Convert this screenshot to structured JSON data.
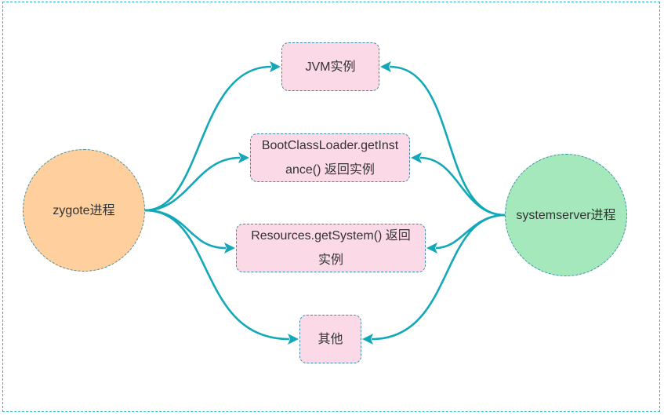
{
  "diagram": {
    "colors": {
      "edge": "#12a8b8",
      "box_fill": "#fcd9e6",
      "zygote_fill": "#ffcf9e",
      "systemserver_fill": "#a4e8bc",
      "border": "#3a90a8",
      "frame": "#2bb0c4"
    },
    "nodes": {
      "zygote": "zygote进程",
      "systemserver": "systemserver进程",
      "jvm": "JVM实例",
      "boot_line1": "BootClassLoader.getInst",
      "boot_line2": "ance() 返回实例",
      "res_line1": "Resources.getSystem() 返回",
      "res_line2": "实例",
      "other": "其他"
    },
    "edges": [
      {
        "from": "zygote",
        "to": "jvm"
      },
      {
        "from": "zygote",
        "to": "boot"
      },
      {
        "from": "zygote",
        "to": "res"
      },
      {
        "from": "zygote",
        "to": "other"
      },
      {
        "from": "systemserver",
        "to": "jvm"
      },
      {
        "from": "systemserver",
        "to": "boot"
      },
      {
        "from": "systemserver",
        "to": "res"
      },
      {
        "from": "systemserver",
        "to": "other"
      }
    ]
  }
}
